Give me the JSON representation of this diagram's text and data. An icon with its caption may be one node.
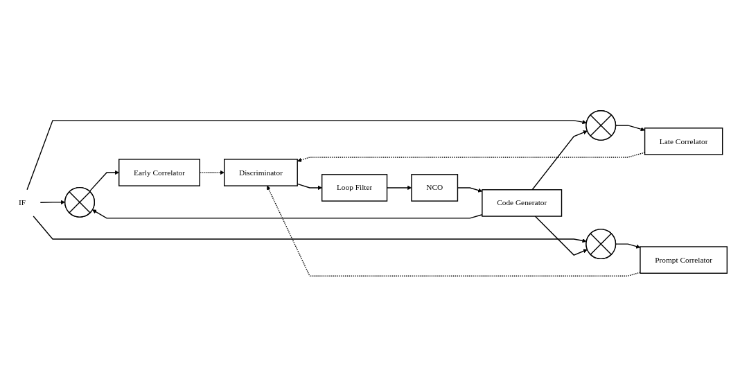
{
  "diagram": {
    "nodes": [
      {
        "text": [
          "IF"
        ]
      },
      {
        "text": [],
        "shape": "circle"
      },
      {
        "text": [
          "Early Correlator"
        ]
      },
      {
        "text": [],
        "shape": "circle"
      },
      {
        "text": [
          "Prompt Correlator"
        ]
      },
      {
        "text": [],
        "shape": "circle"
      },
      {
        "text": [
          "Late Correlator"
        ]
      },
      {
        "text": [
          "Code Generator"
        ]
      },
      {
        "text": [
          "NCO"
        ]
      },
      {
        "text": [
          "Loop Filter"
        ]
      },
      {
        "text": [
          "Discriminator"
        ]
      }
    ],
    "edges": [
      {
        "from": 0,
        "to": 1,
        "arrow": "to"
      },
      {
        "from": 0,
        "to": 3,
        "arrow": "to"
      },
      {
        "from": 0,
        "to": 5,
        "arrow": "to"
      },
      {
        "from": 1,
        "to": 2,
        "arrow": "to"
      },
      {
        "from": 3,
        "to": 4,
        "arrow": "to"
      },
      {
        "from": 5,
        "to": 6,
        "arrow": "to"
      },
      {
        "from": 7,
        "to": 5,
        "arrow": "to"
      },
      {
        "from": 7,
        "to": 3,
        "arrow": "to"
      },
      {
        "from": 7,
        "to": 1,
        "arrow": "to"
      },
      {
        "from": 2,
        "to": 10,
        "arrow": "to",
        "style": "dashed"
      },
      {
        "from": 4,
        "to": 10,
        "arrow": "to",
        "style": "dashed"
      },
      {
        "from": 6,
        "to": 10,
        "arrow": "to",
        "style": "dashed"
      },
      {
        "from": 10,
        "to": 9,
        "arrow": "to"
      },
      {
        "from": 9,
        "to": 8,
        "arrow": "to"
      },
      {
        "from": 8,
        "to": 7,
        "arrow": "to"
      }
    ]
  }
}
